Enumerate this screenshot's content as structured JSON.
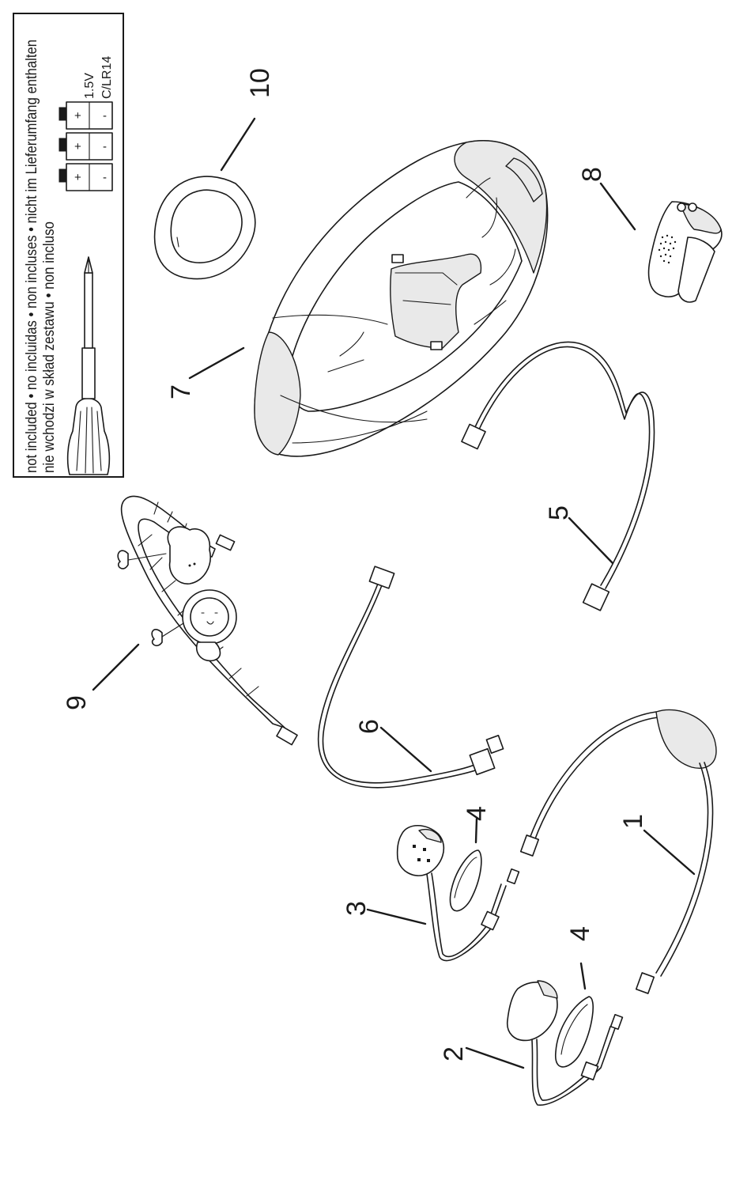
{
  "notice_box": {
    "line1": "not included • no incluidas • non incluses • nicht im Lieferumfang enthalten",
    "line2": "nie wchodzi w skład zestawu • non incluso",
    "battery_plus": "+",
    "battery_minus": "-",
    "battery_voltage": "1.5V",
    "battery_type": "C/LR14"
  },
  "callouts": [
    {
      "id": "1",
      "label": "1"
    },
    {
      "id": "2",
      "label": "2"
    },
    {
      "id": "3",
      "label": "3"
    },
    {
      "id": "4a",
      "label": "4"
    },
    {
      "id": "4b",
      "label": "4"
    },
    {
      "id": "5",
      "label": "5"
    },
    {
      "id": "6",
      "label": "6"
    },
    {
      "id": "7",
      "label": "7"
    },
    {
      "id": "8",
      "label": "8"
    },
    {
      "id": "9",
      "label": "9"
    },
    {
      "id": "10",
      "label": "10"
    }
  ]
}
